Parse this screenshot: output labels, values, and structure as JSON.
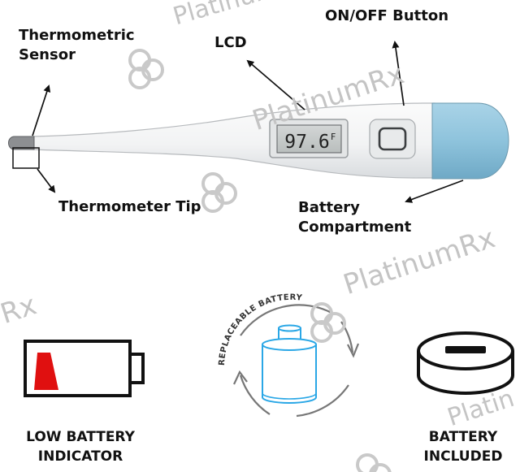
{
  "labels": {
    "sensor_line1": "Thermometric",
    "sensor_line2": "Sensor",
    "lcd": "LCD",
    "onoff": "ON/OFF Button",
    "tip": "Thermometer Tip",
    "battery_line1": "Battery",
    "battery_line2": "Compartment"
  },
  "display": {
    "reading": "97.6",
    "unit": "F"
  },
  "features": [
    {
      "line1": "LOW BATTERY",
      "line2": "INDICATOR"
    },
    {
      "arc_text": "REPLACEABLE BATTERY"
    },
    {
      "line1": "BATTERY",
      "line2": "INCLUDED"
    }
  ],
  "watermark": {
    "text": "PlatinumRx",
    "text_short": "Platinum",
    "text_tail": "Rx",
    "text_head": "Platin"
  },
  "colors": {
    "cap_blue": "#8ec3dc",
    "battery_red": "#e01010",
    "battery_blue": "#2aa7e6",
    "watermark": "#c4c4c4"
  },
  "icons": [
    "low-battery-icon",
    "replaceable-battery-icon",
    "coin-battery-icon",
    "watermark-logo-icon"
  ]
}
